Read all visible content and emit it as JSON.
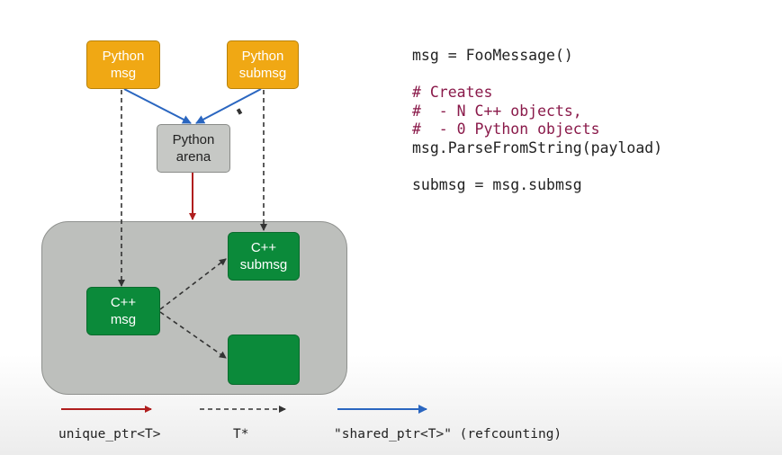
{
  "diagram": {
    "nodes": {
      "python_msg": "Python\nmsg",
      "python_submsg": "Python\nsubmsg",
      "python_arena": "Python\narena",
      "cpp_submsg": "C++\nsubmsg",
      "cpp_msg": "C++\nmsg",
      "cpp_unnamed": ""
    },
    "legend": {
      "unique": "unique_ptr<T>",
      "raw": "T*",
      "shared": "\"shared_ptr<T>\" (refcounting)"
    },
    "colors": {
      "unique_ptr": "#b01e1e",
      "raw_ptr": "#333333",
      "shared_ptr": "#2a66c0",
      "python_node": "#f0a814",
      "arena_node": "#c6c8c5",
      "cpp_node": "#0b8a3a",
      "container": "#bdbfbc"
    }
  },
  "code": {
    "line1": "msg = FooMessage()",
    "comment1": "# Creates",
    "comment2": "#  - N C++ objects,",
    "comment3": "#  - 0 Python objects",
    "line2": "msg.ParseFromString(payload)",
    "line3": "submsg = msg.submsg"
  }
}
